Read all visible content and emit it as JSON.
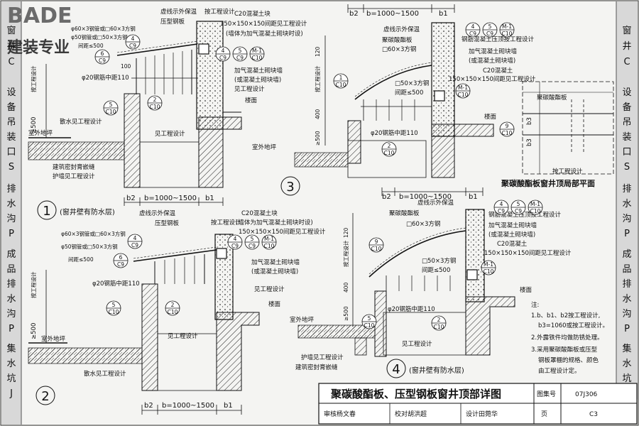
{
  "logo": {
    "latin": "BADE",
    "cn": "建装专业"
  },
  "side_tabs": {
    "left": [
      "窗",
      "井",
      "C",
      "设",
      "备",
      "吊",
      "装",
      "口",
      "S",
      "排",
      "水",
      "沟",
      "P",
      "成",
      "品",
      "排",
      "水",
      "沟",
      "P",
      "集",
      "水",
      "坑",
      "J"
    ],
    "right": [
      "窗",
      "井",
      "C",
      "设",
      "备",
      "吊",
      "装",
      "口",
      "S",
      "排",
      "水",
      "沟",
      "P",
      "成",
      "品",
      "排",
      "水",
      "沟",
      "P",
      "集",
      "水",
      "坑",
      "J"
    ]
  },
  "detail1": {
    "number": "1",
    "caption": "(窗井壁有防水层)",
    "labels": {
      "dashed_insulation": "虚线示外保温",
      "profiled_steel": "压型钢板",
      "pipe_tube": "φ60×3钢管或□60×3方钢",
      "pipe50": "φ50钢管或□50×3方钢",
      "spacing500": "间距≤500",
      "rebar": "φ20钢筋中距110",
      "per_design": "按工程设计",
      "c20_block": "C20混凝土块",
      "c20_size": "150×150×150间距见工程设计",
      "c20_note": "(墙体为加气混凝土砌块时设)",
      "aerated_wall": "加气混凝土砌块墙",
      "or_aerated": "(或混凝土砌块墙)",
      "see_design": "见工程设计",
      "floor": "楼面",
      "outdoor": "室外地坪",
      "apron": "散水见工程设计",
      "sealant": "建筑密封膏嵌缝",
      "protect_wall": "护墙见工程设计",
      "gt500": "≥500",
      "see_design2": "见工程设计",
      "dim_b2": "b2",
      "dim_b": "b=1000~1500",
      "dim_b1": "b1",
      "h100": "100",
      "by_design": "按工程设计"
    }
  },
  "detail2": {
    "number": "2",
    "labels": {
      "dashed_insulation": "虚线示外保温",
      "profiled_steel": "压型钢板",
      "pipe_tube": "φ60×3钢管或□60×3方钢",
      "pipe50": "φ50钢管或□50×3方钢",
      "spacing500": "间距≤500",
      "rebar": "φ20钢筋中距110",
      "per_design": "按工程设计",
      "c20_block": "C20混凝土块",
      "c20_note": "(墙体为加气混凝土砌块时设)",
      "c20_size": "150×150×150间距见工程设计",
      "aerated_wall": "加气混凝土砌块墙",
      "or_aerated": "(或混凝土砌块墙)",
      "see_design": "见工程设计",
      "floor": "楼面",
      "outdoor": "室外地坪",
      "apron": "散水见工程设计",
      "see_design2": "见工程设计",
      "gt500": "≥500",
      "dim_b2": "b2",
      "dim_b": "b=1000~1500",
      "dim_b1": "b1",
      "by_design": "按工程设计"
    }
  },
  "detail3": {
    "number": "3",
    "labels": {
      "dim_b2": "b2",
      "dim_b": "b=1000~1500",
      "dim_b1": "b1",
      "dashed_insulation": "虚线示外保温",
      "polycarbonate": "聚碳酸酯板",
      "square_tube": "□60×3方钢",
      "rc_cap": "钢筋混凝土压顶按工程设计",
      "aerated_wall": "加气混凝土砌块墙",
      "or_aerated": "(或混凝土砌块墙)",
      "c20": "C20混凝土",
      "c20_size": "150×150×150间距见工程设计",
      "sq50": "□50×3方钢",
      "spacing500": "间距≤500",
      "floor": "楼面",
      "rebar": "φ20钢筋中距110",
      "outdoor": "室外地坪",
      "gt500": "≥500",
      "h120": "120",
      "h400": "400",
      "by_design": "按工程设计"
    }
  },
  "plan": {
    "title": "聚碳酸酯板窗井顶局部平面",
    "label_poly": "聚碳酸酯板",
    "label_design": "按工程设计",
    "b3": "b3"
  },
  "detail4": {
    "number": "4",
    "caption": "(窗井壁有防水层)",
    "labels": {
      "dim_b2": "b2",
      "dim_b": "b=1000~1500",
      "dim_b1": "b1",
      "dashed_insulation": "虚线示外保温",
      "polycarbonate": "聚碳酸酯板",
      "square_tube": "□60×3方钢",
      "rc_cap": "钢筋混凝土压顶按工程设计",
      "aerated_wall": "加气混凝土砌块墙",
      "or_aerated": "(或混凝土砌块墙)",
      "c20": "C20混凝土",
      "c20_size": "150×150×150间距见工程设计",
      "sq50": "□50×3方钢",
      "spacing500": "间距≤500",
      "floor": "楼面",
      "rebar": "φ20钢筋中距110",
      "outdoor": "室外地坪",
      "protect_wall": "护墙见工程设计",
      "sealant": "建筑密封膏嵌缝",
      "see_design": "见工程设计",
      "gt500": "≥500",
      "h120": "120",
      "h400": "400",
      "by_design": "按工程设计"
    }
  },
  "bubbles": {
    "c9": "C9",
    "c10": "C10",
    "m1": "M-1",
    "n1": "1",
    "n2": "2",
    "n4": "4",
    "n5": "5",
    "n6": "6",
    "n9": "9"
  },
  "notes": {
    "head": "注:",
    "n1a": "1.b、b1、b2按工程设计,",
    "n1b": "b3=1060或按工程设计。",
    "n2": "2.外露铁件均做防锈处理。",
    "n3a": "3.采用聚碳酸酯板或压型",
    "n3b": "钢板罩棚的规格、颜色",
    "n3c": "由工程设计定。"
  },
  "title_block": {
    "title": "聚碳酸酯板、压型钢板窗井顶部详图",
    "atlas_label": "图集号",
    "atlas_no": "07J306",
    "page_label": "页",
    "page_no": "C3",
    "review": "审核杨文春",
    "check": "校对胡洪超",
    "design": "设计田菀华"
  }
}
